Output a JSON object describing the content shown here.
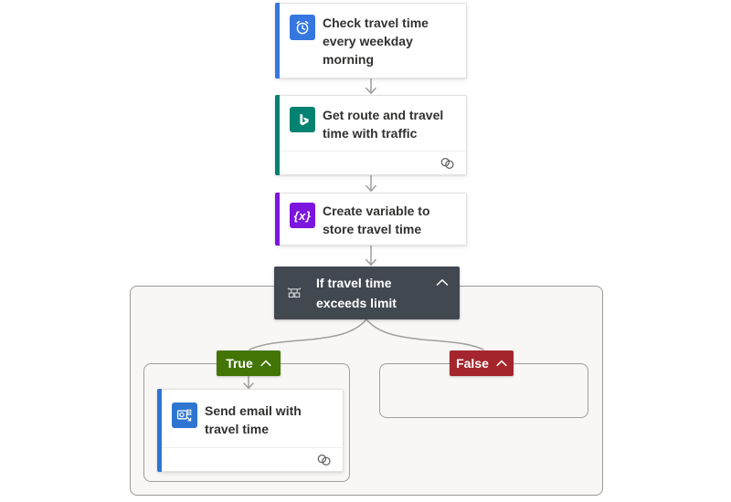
{
  "colors": {
    "trigger_blue": "#3577DE",
    "bing_teal": "#038272",
    "variable_purple": "#7C16DE",
    "outlook_blue": "#2E75D1",
    "condition_dark": "#424850",
    "true_green": "#427505",
    "false_red": "#A4262C",
    "scope_bg": "#F8F7F5",
    "scope_border": "#9A9896",
    "inner_border": "#A19E9B",
    "arrow_gray": "#A19F9D",
    "card_border": "#E3E1DF",
    "title_text": "#323130"
  },
  "flow": {
    "trigger": {
      "title": "Check travel time every weekday morning",
      "icon": "alarm-clock-icon"
    },
    "get_route": {
      "title": "Get route and travel time with traffic",
      "icon": "bing-maps-icon",
      "footer_icon": "connection-icon"
    },
    "create_variable": {
      "title": "Create variable to store travel time",
      "icon": "variable-icon",
      "icon_text": "{x}"
    },
    "condition": {
      "title": "If travel time exceeds limit",
      "icon": "condition-icon",
      "collapse_icon": "chevron-up-icon"
    },
    "branch_true": {
      "label": "True",
      "collapse_icon": "chevron-up-icon"
    },
    "branch_false": {
      "label": "False",
      "collapse_icon": "chevron-up-icon"
    },
    "send_email": {
      "title": "Send email with travel time",
      "icon": "outlook-icon",
      "footer_icon": "connection-icon"
    }
  }
}
